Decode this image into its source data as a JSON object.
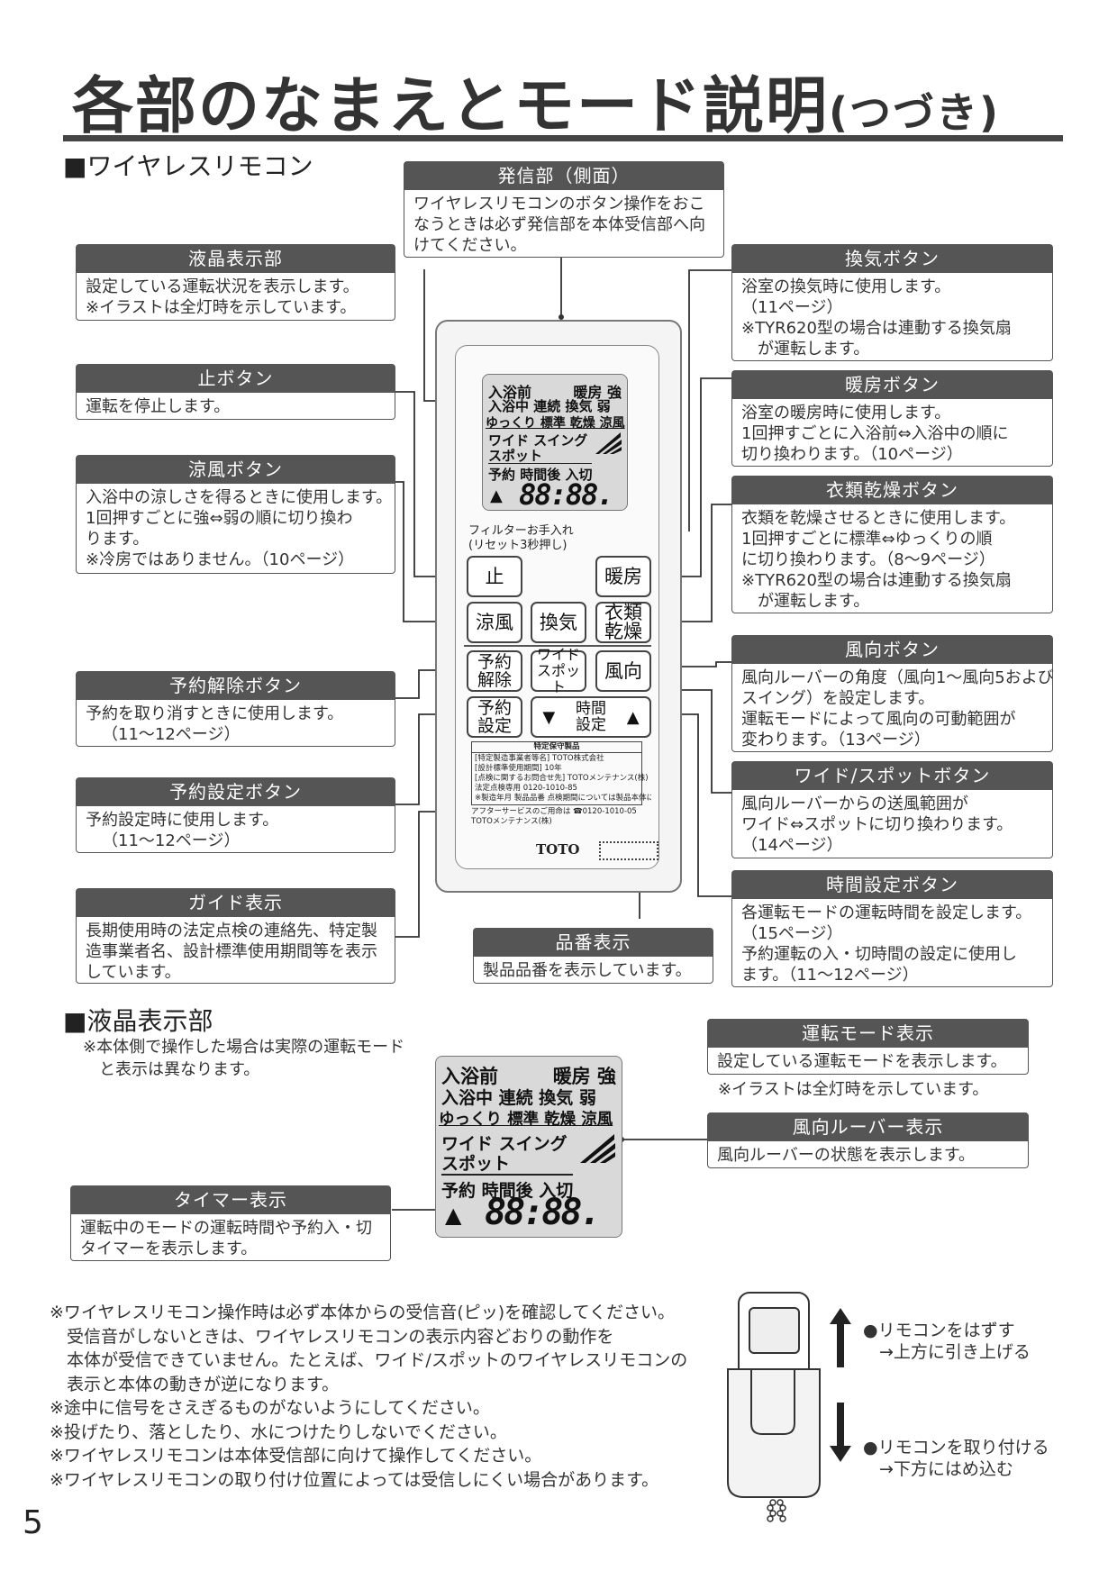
{
  "page": {
    "title": "各部のなまえとモード説明",
    "title_sub": "(つづき)",
    "section_remote": "■ワイヤレスリモコン",
    "section_lcd": "■液晶表示部",
    "lcd_note": [
      "※本体側で操作した場合は実際の運転モード",
      "と表示は異なります。"
    ],
    "page_number": "5"
  },
  "callouts": {
    "hasshin": {
      "title": "発信部（側面）",
      "lines": [
        "ワイヤレスリモコンのボタン操作をおこ",
        "なうときは必ず発信部を本体受信部へ向",
        "けてください。"
      ]
    },
    "ekisho": {
      "title": "液晶表示部",
      "lines": [
        "設定している運転状況を表示します。",
        "※イラストは全灯時を示しています。"
      ]
    },
    "tome": {
      "title": "止ボタン",
      "lines": [
        "運転を停止します。"
      ]
    },
    "ryofu": {
      "title": "涼風ボタン",
      "lines": [
        "入浴中の涼しさを得るときに使用します。",
        "1回押すごとに強⇔弱の順に切り換わ",
        "ります。",
        "※冷房ではありません。（10ページ）"
      ]
    },
    "yoyaku_kaijo": {
      "title": "予約解除ボタン",
      "lines": [
        "予約を取り消すときに使用します。",
        "（11～12ページ）"
      ]
    },
    "yoyaku_settei": {
      "title": "予約設定ボタン",
      "lines": [
        "予約設定時に使用します。",
        "（11～12ページ）"
      ]
    },
    "guide": {
      "title": "ガイド表示",
      "lines": [
        "長期使用時の法定点検の連絡先、特定製",
        "造事業者名、設計標準使用期間等を表示",
        "しています。"
      ]
    },
    "hinban": {
      "title": "品番表示",
      "lines": [
        "製品品番を表示しています。"
      ]
    },
    "kanki": {
      "title": "換気ボタン",
      "lines": [
        "浴室の換気時に使用します。",
        "（11ページ）",
        "※TYR620型の場合は連動する換気扇",
        "が運転します。"
      ]
    },
    "danbo": {
      "title": "暖房ボタン",
      "lines": [
        "浴室の暖房時に使用します。",
        "1回押すごとに入浴前⇔入浴中の順に",
        "切り換わります。（10ページ）"
      ]
    },
    "irui": {
      "title": "衣類乾燥ボタン",
      "lines": [
        "衣類を乾燥させるときに使用します。",
        "1回押すごとに標準⇔ゆっくりの順",
        "に切り換わります。（8～9ページ）",
        "※TYR620型の場合は連動する換気扇",
        "が運転します。"
      ]
    },
    "fuko": {
      "title": "風向ボタン",
      "lines": [
        "風向ルーバーの角度（風向1～風向5および",
        "スイング）を設定します。",
        "運転モードによって風向の可動範囲が",
        "変わります。（13ページ）"
      ]
    },
    "wide_spot": {
      "title": "ワイド/スポットボタン",
      "lines": [
        "風向ルーバーからの送風範囲が",
        "ワイド⇔スポットに切り換わります。",
        "（14ページ）"
      ]
    },
    "jikan": {
      "title": "時間設定ボタン",
      "lines": [
        "各運転モードの運転時間を設定します。",
        "（15ページ）",
        "予約運転の入・切時間の設定に使用し",
        "ます。（11～12ページ）"
      ]
    },
    "unten_mode": {
      "title": "運転モード表示",
      "lines": [
        "設定している運転モードを表示します。"
      ]
    },
    "unten_mode_note": "※イラストは全灯時を示しています。",
    "louver": {
      "title": "風向ルーバー表示",
      "lines": [
        "風向ルーバーの状態を表示します。"
      ]
    },
    "timer": {
      "title": "タイマー表示",
      "lines": [
        "運転中のモードの運転時間や予約入・切",
        "タイマーを表示します。"
      ]
    }
  },
  "remote": {
    "lcd": {
      "row1_left": "入浴前",
      "row1_right": "暖房 強",
      "row2": "入浴中 連続 換気 弱",
      "row3": "ゆっくり 標準 乾燥 涼風",
      "row4": "ワイド スイング",
      "row5": "スポット",
      "row6": "予約 時間後 入切",
      "digits": "88:88.",
      "arrow": "▲"
    },
    "filter_label": [
      "フィルターお手入れ",
      "(リセット3秒押し)"
    ],
    "buttons": {
      "tome": "止",
      "danbo": "暖房",
      "ryofu": "涼風",
      "kanki": "換気",
      "irui": [
        "衣類",
        "乾燥"
      ],
      "yoyaku_kaijo": [
        "予約",
        "解除"
      ],
      "wide": [
        "ワイド",
        "スポット"
      ],
      "fuko": "風向",
      "yoyaku_settei": [
        "予約",
        "設定"
      ],
      "time_down": "▼",
      "time_label": [
        "時間",
        "設定"
      ],
      "time_up": "▲"
    },
    "label": {
      "head": "特定保守製品",
      "lines": [
        "[特定製造事業者等名] TOTO株式会社",
        "[設計標準使用期間] 10年",
        "[点検に関するお問合せ先] TOTOメンテナンス(株)",
        "法定点検専用 0120-1010-85",
        "※製造年月 製品品番 点検期間については製品本体に記載"
      ],
      "after_service": [
        "アフターサービスのご用命は ☎0120-1010-05",
        "TOTOメンテナンス(株)"
      ]
    },
    "brand": "TOTO"
  },
  "large_lcd": {
    "row1_left": "入浴前",
    "row1_right": "暖房 強",
    "row2": "入浴中 連続 換気 弱",
    "row3": "ゆっくり 標準 乾燥 涼風",
    "row4": "ワイド スイング",
    "row5": "スポット",
    "row6": "予約 時間後 入切",
    "digits": "88:88.",
    "arrow": "▲"
  },
  "bottom_notes": [
    "※ワイヤレスリモコン操作時は必ず本体からの受信音(ピッ)を確認してください。",
    "　受信音がしないときは、ワイヤレスリモコンの表示内容どおりの動作を",
    "　本体が受信できていません。たとえば、ワイド/スポットのワイヤレスリモコンの",
    "　表示と本体の動きが逆になります。",
    "※途中に信号をさえぎるものがないようにしてください。",
    "※投げたり、落としたり、水につけたりしないでください。",
    "※ワイヤレスリモコンは本体受信部に向けて操作してください。",
    "※ワイヤレスリモコンの取り付け位置によっては受信しにくい場合があります。"
  ],
  "holder": {
    "remove": [
      "●リモコンをはずす",
      "→上方に引き上げる"
    ],
    "attach": [
      "●リモコンを取り付ける",
      "→下方にはめ込む"
    ]
  }
}
